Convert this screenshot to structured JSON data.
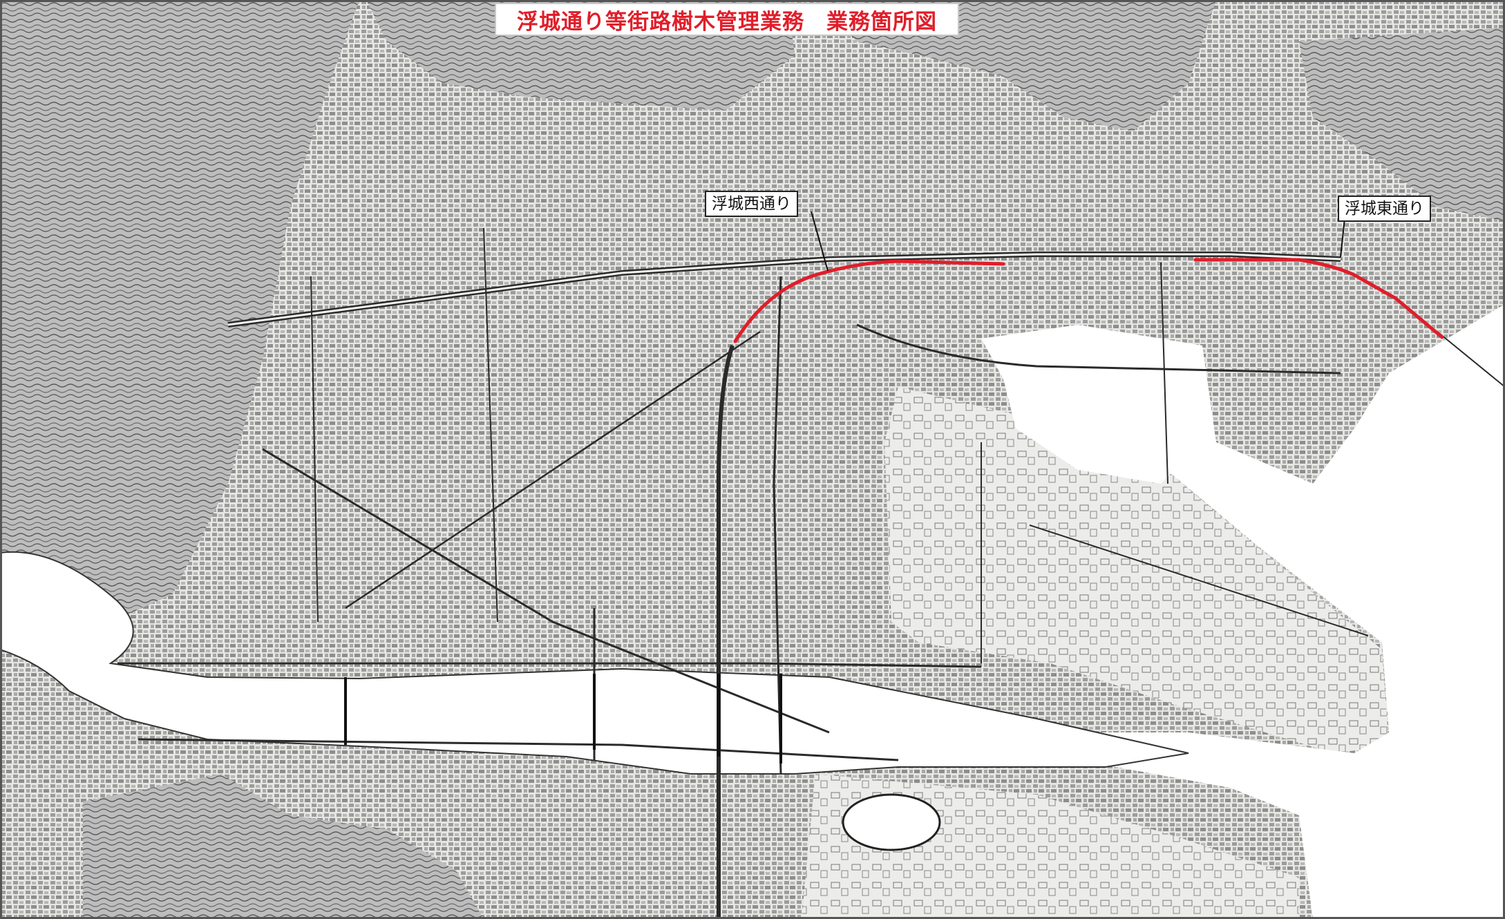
{
  "title": "浮城通り等街路樹木管理業務　業務箇所図",
  "labels": {
    "west_street": "浮城西通り",
    "east_street": "浮城東通り"
  },
  "colors": {
    "highlight": "#e01e2a",
    "title_text": "#e01e2a",
    "water": "#ffffff",
    "land": "#dcdcd8",
    "terrain": "#8a8a8a",
    "roads": "#2a2a2a"
  }
}
